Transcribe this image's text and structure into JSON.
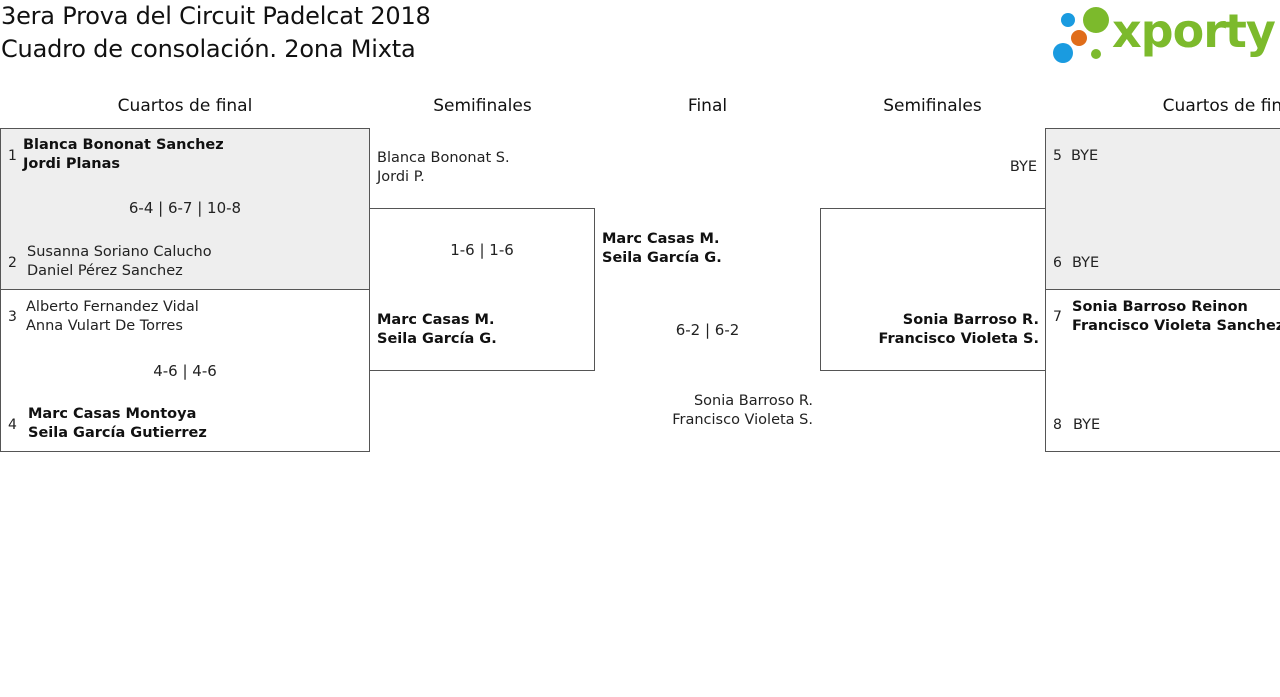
{
  "header": {
    "title_line1": "3era Prova del Circuit Padelcat 2018",
    "title_line2": "Cuadro de consolación. 2ona Mixta",
    "logo_text": "xporty",
    "logo_colors": {
      "green": "#7cba2c",
      "orange": "#e06d1a",
      "blue": "#1a9be0"
    }
  },
  "rounds": {
    "left_qf": "Cuartos de final",
    "left_sf": "Semifinales",
    "final": "Final",
    "right_sf": "Semifinales",
    "right_qf": "Cuartos de final"
  },
  "left_qf": {
    "match1": {
      "score": "6-4 | 6-7 | 10-8",
      "top": {
        "seed": "1",
        "p1": "Blanca Bononat Sanchez",
        "p2": "Jordi Planas"
      },
      "bottom": {
        "seed": "2",
        "p1": "Susanna Soriano Calucho",
        "p2": "Daniel Pérez Sanchez"
      }
    },
    "match2": {
      "score": "4-6 | 4-6",
      "top": {
        "seed": "3",
        "p1": "Alberto Fernandez Vidal",
        "p2": "Anna Vulart De Torres"
      },
      "bottom": {
        "seed": "4",
        "p1": "Marc Casas Montoya",
        "p2": "Seila García Gutierrez"
      }
    }
  },
  "left_sf": {
    "score": "1-6 | 1-6",
    "top": {
      "p1": "Blanca Bononat S.",
      "p2": "Jordi P."
    },
    "bottom": {
      "p1": "Marc Casas M.",
      "p2": "Seila García G."
    }
  },
  "final": {
    "score": "6-2 | 6-2",
    "top": {
      "p1": "Marc Casas M.",
      "p2": "Seila García G."
    },
    "bottom": {
      "p1": "Sonia Barroso R.",
      "p2": "Francisco Violeta S."
    }
  },
  "right_sf": {
    "top": {
      "p1": "BYE"
    },
    "bottom": {
      "p1": "Sonia Barroso R.",
      "p2": "Francisco Violeta S."
    }
  },
  "right_qf": {
    "match1": {
      "top": {
        "seed": "5",
        "p1": "BYE"
      },
      "bottom": {
        "seed": "6",
        "p1": "BYE"
      }
    },
    "match2": {
      "top": {
        "seed": "7",
        "p1": "Sonia Barroso Reinon",
        "p2": "Francisco Violeta Sanchez"
      },
      "bottom": {
        "seed": "8",
        "p1": "BYE"
      }
    }
  }
}
